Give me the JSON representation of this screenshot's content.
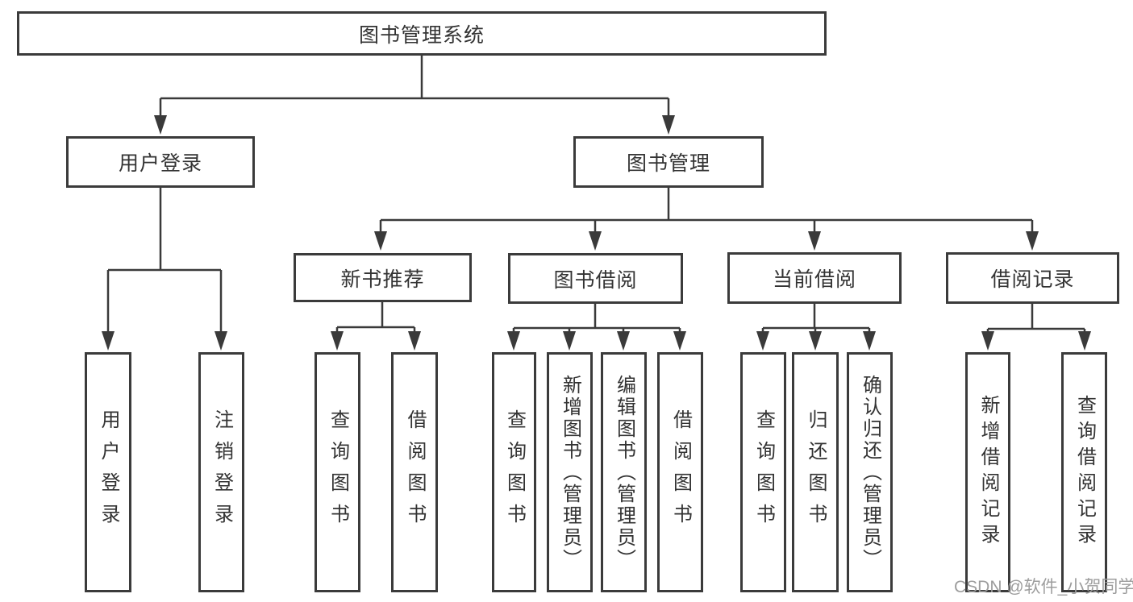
{
  "diagram_type": "hierarchy-tree",
  "root": {
    "label": "图书管理系统"
  },
  "branches": [
    {
      "label": "用户登录",
      "children": [
        {
          "label": "用户登录"
        },
        {
          "label": "注销登录"
        }
      ]
    },
    {
      "label": "图书管理",
      "children": [
        {
          "label": "新书推荐",
          "children": [
            {
              "label": "查询图书"
            },
            {
              "label": "借阅图书"
            }
          ]
        },
        {
          "label": "图书借阅",
          "children": [
            {
              "label": "查询图书"
            },
            {
              "label": "新增图书（管理员）"
            },
            {
              "label": "编辑图书（管理员）"
            },
            {
              "label": "借阅图书"
            }
          ]
        },
        {
          "label": "当前借阅",
          "children": [
            {
              "label": "查询图书"
            },
            {
              "label": "归还图书"
            },
            {
              "label": "确认归还（管理员）"
            }
          ]
        },
        {
          "label": "借阅记录",
          "children": [
            {
              "label": "新增借阅记录"
            },
            {
              "label": "查询借阅记录"
            }
          ]
        }
      ]
    }
  ],
  "watermark": "CSDN @软件_小贺同学",
  "colors": {
    "line": "#3a3a3a",
    "box_border": "#3b3b3b",
    "box_fill": "#ffffff",
    "text": "#333333",
    "watermark": "#9d9d9d",
    "background": "#ffffff"
  }
}
